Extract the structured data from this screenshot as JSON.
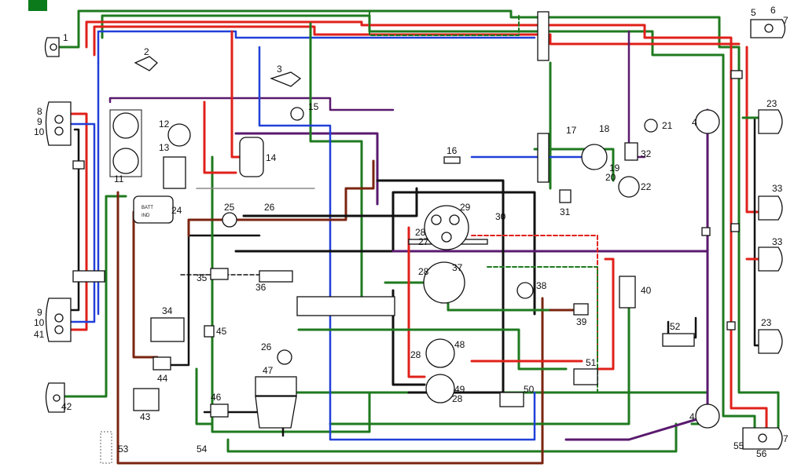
{
  "colors": {
    "green": "#1f7a1f",
    "red": "#e0201a",
    "blue": "#2140d8",
    "purple": "#5a1a6e",
    "brown": "#7a2410",
    "black": "#111111",
    "grey": "#8a8a8a",
    "corner": "#0a7a1a"
  },
  "labels": {
    "c1": "1",
    "c2": "2",
    "c3": "3",
    "c4a": "4",
    "c4b": "4",
    "c5": "5",
    "c6": "6",
    "c7a": "7",
    "c7b": "7",
    "c8": "8",
    "c9a": "9",
    "c10a": "10",
    "c9b": "9",
    "c10b": "10",
    "c11": "11",
    "c12": "12",
    "c13": "13",
    "c14": "14",
    "c15": "15",
    "c16": "16",
    "c17": "17",
    "c18": "18",
    "c19": "19",
    "c20": "20",
    "c21": "21",
    "c22": "22",
    "c23a": "23",
    "c23b": "23",
    "c24": "24",
    "c25": "25",
    "c26a": "26",
    "c26b": "26",
    "c27": "27",
    "c28a": "28",
    "c28b": "28",
    "c28c": "28",
    "c28d": "28",
    "c29": "29",
    "c30": "30",
    "c31": "31",
    "c32": "32",
    "c33a": "33",
    "c33b": "33",
    "c34": "34",
    "c35": "35",
    "c36": "36",
    "c37": "37",
    "c38": "38",
    "c39": "39",
    "c40": "40",
    "c41": "41",
    "c42": "42",
    "c43": "43",
    "c44": "44",
    "c45": "45",
    "c46": "46",
    "c47": "47",
    "c48": "48",
    "c49": "49",
    "c50": "50",
    "c51": "51",
    "c52": "52",
    "c53": "53",
    "c54": "54",
    "c55": "55",
    "c56": "56"
  },
  "component_text": {
    "batt": "BATT",
    "ind": "IND"
  }
}
